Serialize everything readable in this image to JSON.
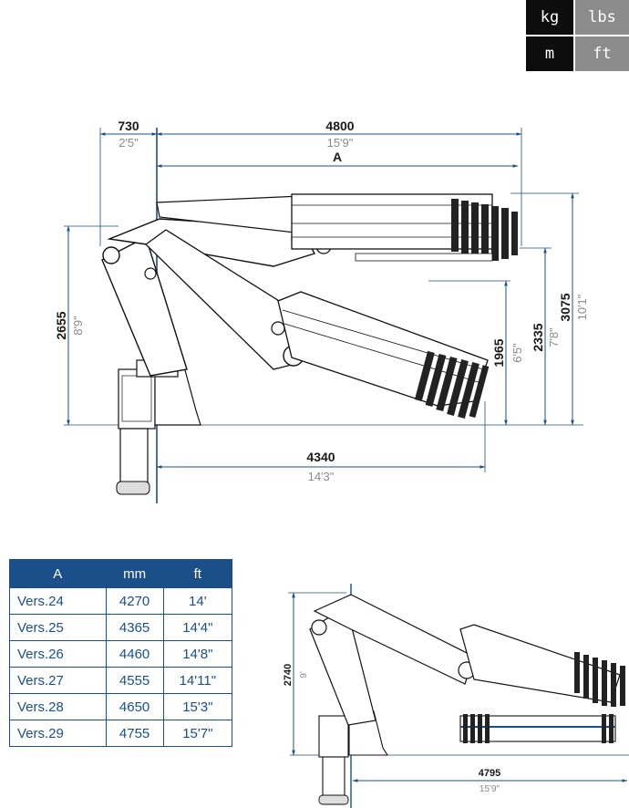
{
  "unit_toggles": {
    "kg": "kg",
    "lbs": "lbs",
    "m": "m",
    "ft": "ft"
  },
  "main_drawing": {
    "dim_top_left": {
      "mm": "730",
      "imperial": "2'5\""
    },
    "dim_top_right": {
      "mm": "4800",
      "imperial": "15'9\""
    },
    "dim_a_label": "A",
    "dim_left_height": {
      "mm": "2655",
      "imperial": "8'9\""
    },
    "dim_h1": {
      "mm": "1965",
      "imperial": "6'5\""
    },
    "dim_h2": {
      "mm": "2335",
      "imperial": "7'8\""
    },
    "dim_h3": {
      "mm": "3075",
      "imperial": "10'1\""
    },
    "dim_bottom": {
      "mm": "4340",
      "imperial": "14'3\""
    }
  },
  "small_drawing": {
    "dim_height": {
      "mm": "2740",
      "imperial": "9'"
    },
    "dim_bottom": {
      "mm": "4795",
      "imperial": "15'9\""
    }
  },
  "table": {
    "headers": [
      "A",
      "mm",
      "ft"
    ],
    "rows": [
      {
        "version": "Vers.24",
        "mm": "4270",
        "ft": "14'"
      },
      {
        "version": "Vers.25",
        "mm": "4365",
        "ft": "14'4\""
      },
      {
        "version": "Vers.26",
        "mm": "4460",
        "ft": "14'8\""
      },
      {
        "version": "Vers.27",
        "mm": "4555",
        "ft": "14'11\""
      },
      {
        "version": "Vers.28",
        "mm": "4650",
        "ft": "15'3\""
      },
      {
        "version": "Vers.29",
        "mm": "4755",
        "ft": "15'7\""
      }
    ]
  }
}
